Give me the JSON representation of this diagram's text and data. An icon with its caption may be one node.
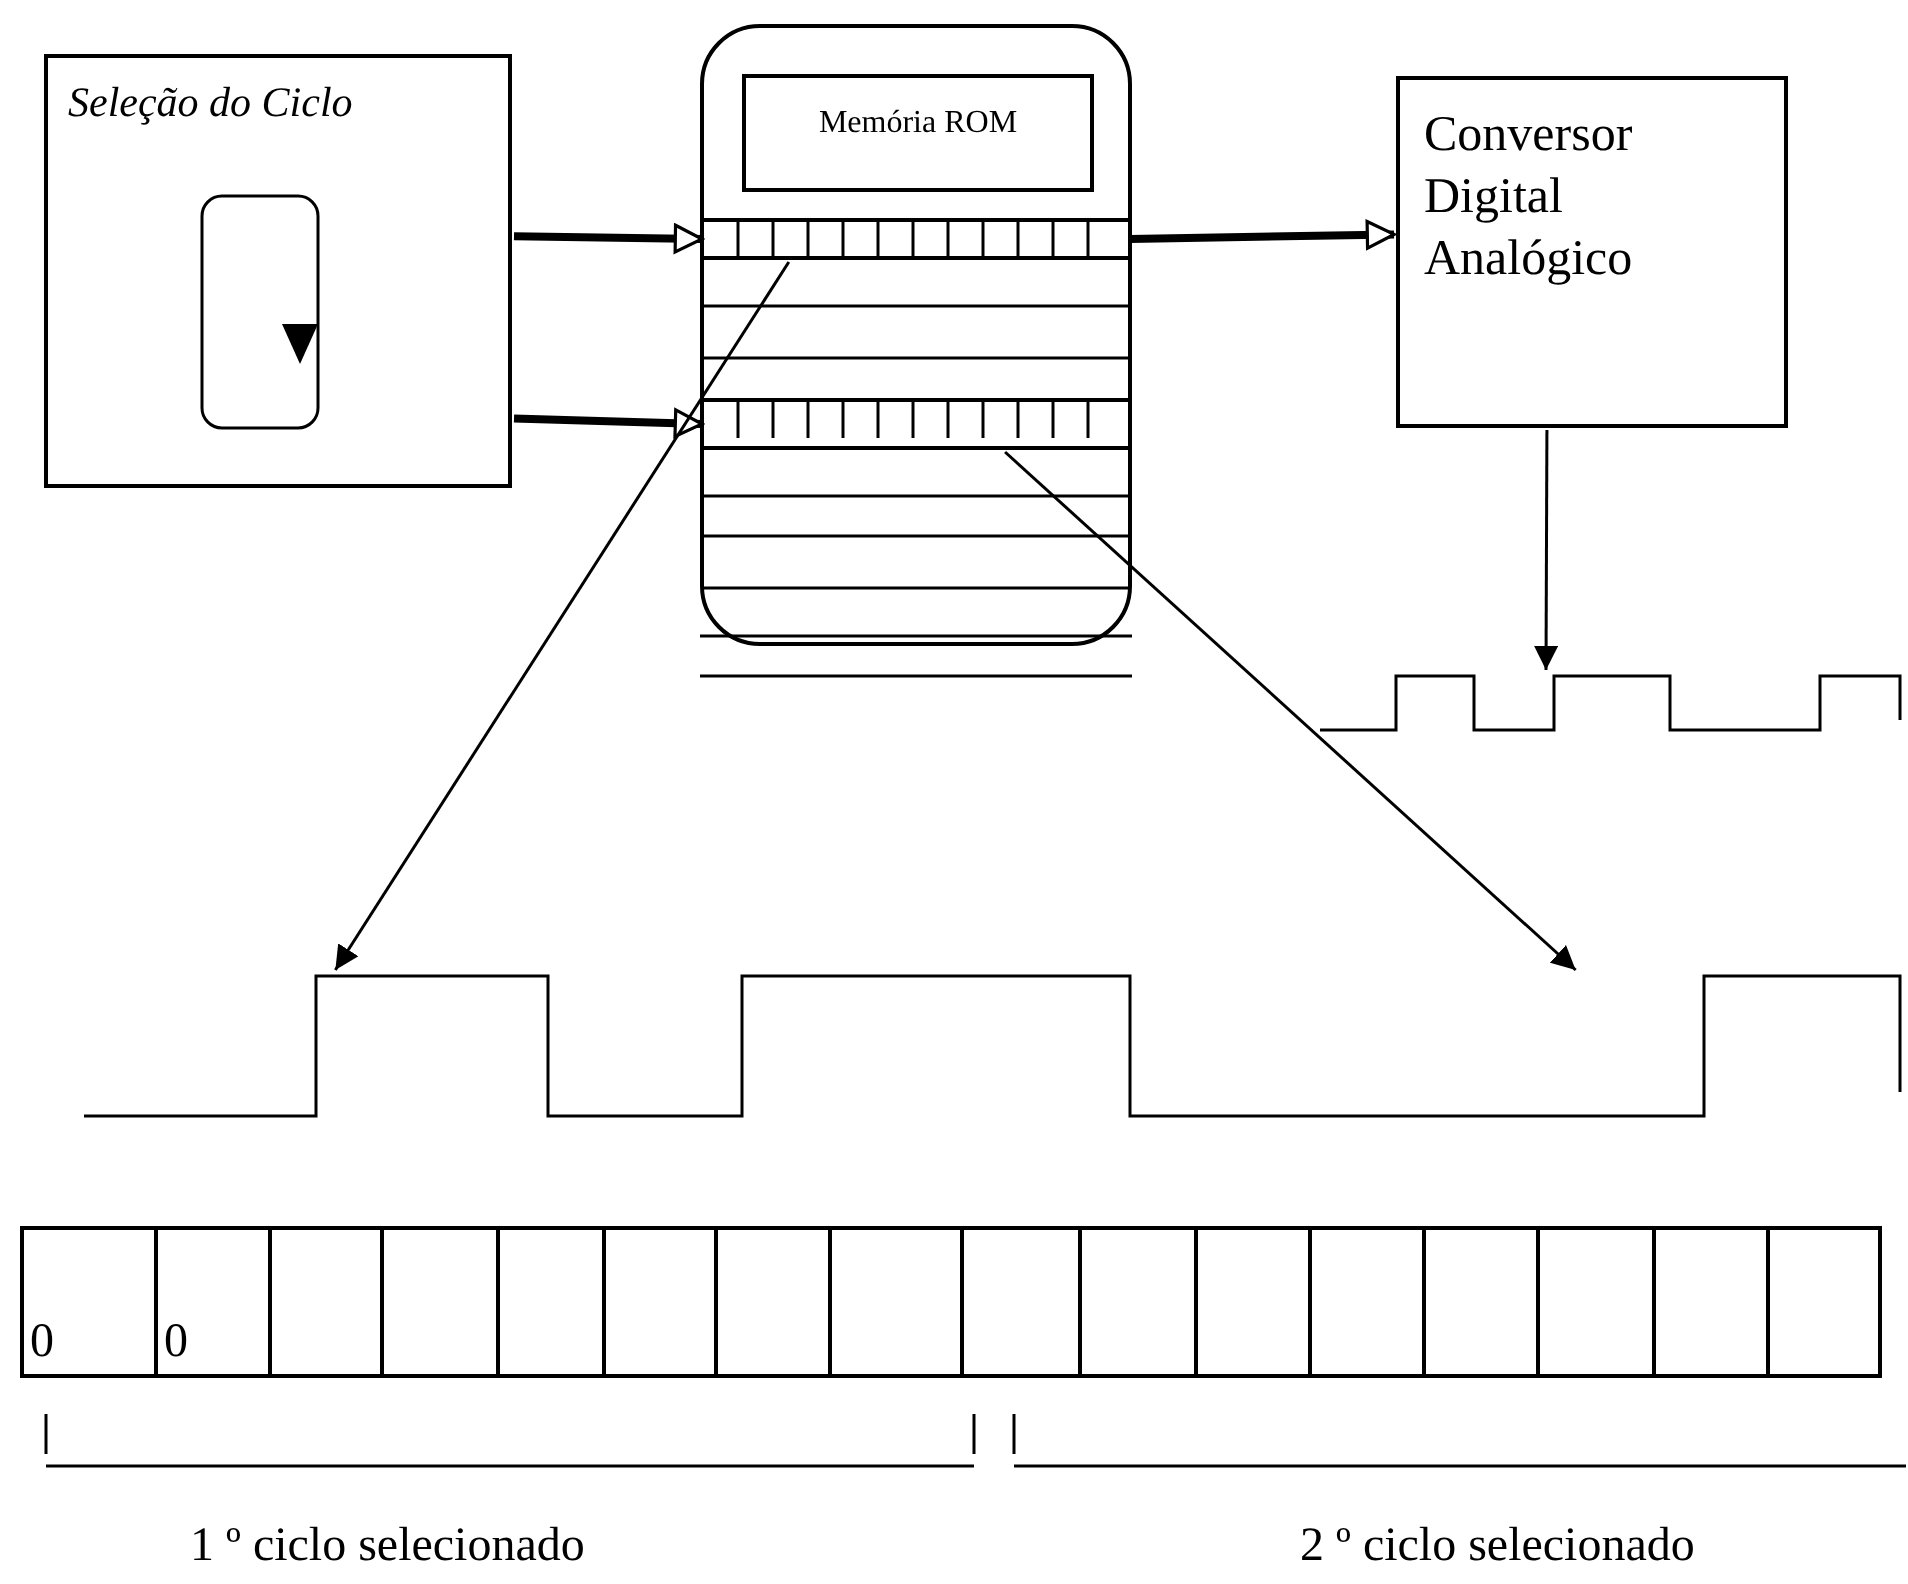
{
  "diagram": {
    "nodes": [
      {
        "text": [
          "Seleção do Ciclo"
        ]
      },
      {
        "text": [],
        "shape": "box"
      },
      {
        "text": [
          "Memória ROM"
        ],
        "in": 1
      },
      {
        "text": [],
        "shape": "bar",
        "in": 1
      },
      {
        "text": [],
        "shape": "bar",
        "in": 1
      },
      {
        "text": [
          "Conversor Digital Analógico"
        ]
      },
      {
        "text": [],
        "shape": "picture"
      },
      {
        "text": [],
        "shape": "picture"
      },
      {
        "text": [],
        "shape": "box"
      }
    ],
    "edges": [
      {
        "from": 0,
        "to": 3,
        "arrow": "to",
        "style": "thick"
      },
      {
        "from": 0,
        "to": 4,
        "arrow": "to",
        "style": "thick"
      },
      {
        "from": 3,
        "to": 5,
        "arrow": "to",
        "style": "thick"
      },
      {
        "from": 5,
        "to": 6,
        "arrow": "to"
      },
      {
        "from": 3,
        "to": 7,
        "arrow": "to"
      },
      {
        "from": 4,
        "to": 7,
        "arrow": "to"
      }
    ],
    "labels": [
      "0",
      "0",
      "1 º ciclo selecionado",
      "2 º ciclo selecionado"
    ]
  }
}
